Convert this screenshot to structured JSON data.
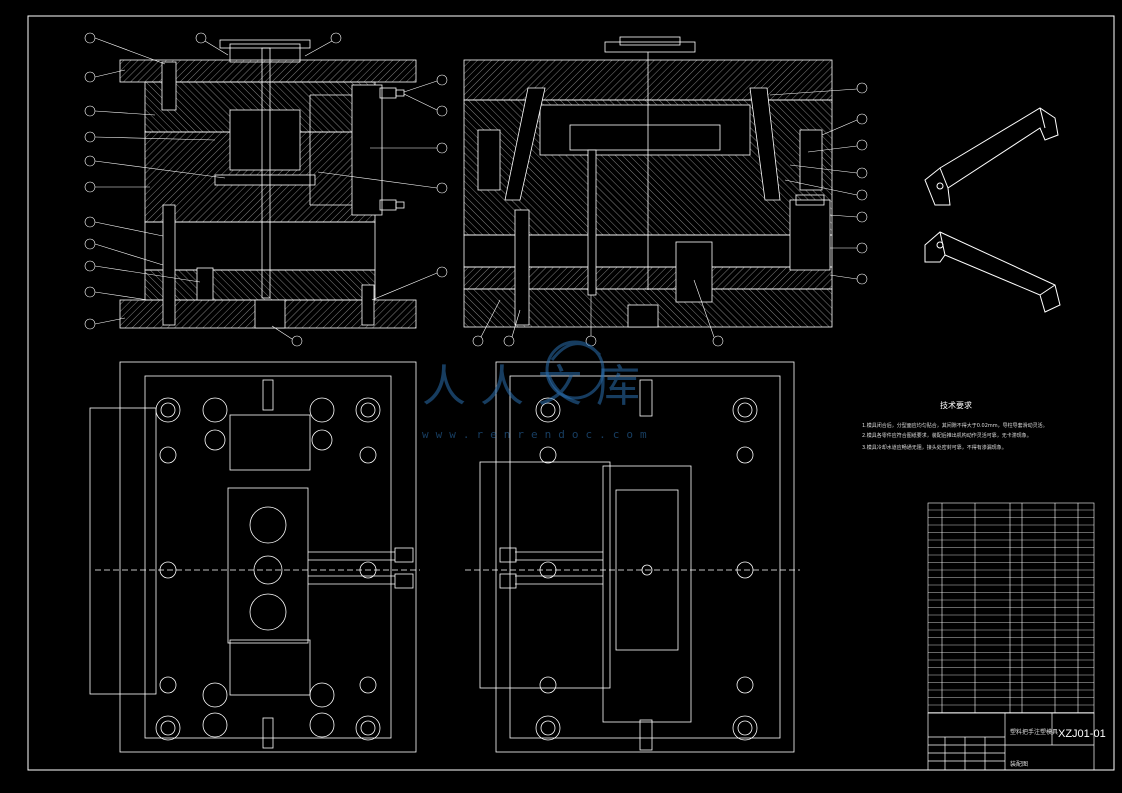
{
  "watermark": {
    "text": "人人文库",
    "url": "www.renrendoc.com",
    "color": "#2a6fb0"
  },
  "technical_requirements": {
    "title": "技术要求",
    "lines": [
      "1.模具闭合后，分型面应均匀贴合，其间隙不得大于0.02mm，导柱导套滑动灵活。",
      "2.模具各零件应符合图纸要求，装配后推出机构动作灵活可靠，无卡滞现象。",
      "3.模具冷却水道应畅通无阻，接头处密封可靠，不得有渗漏现象。"
    ]
  },
  "title_block": {
    "drawing_code": "XZJ01-01",
    "drawing_name": "塑料把手注塑模具",
    "drawing_sub": "装配图"
  },
  "colors": {
    "background": "#000000",
    "line": "#ffffff",
    "hatch": "#bdbdbd",
    "watermark": "#2a6fb0"
  },
  "icons": [
    "handle-part-isometric-1",
    "handle-part-isometric-2",
    "watermark-logo"
  ]
}
